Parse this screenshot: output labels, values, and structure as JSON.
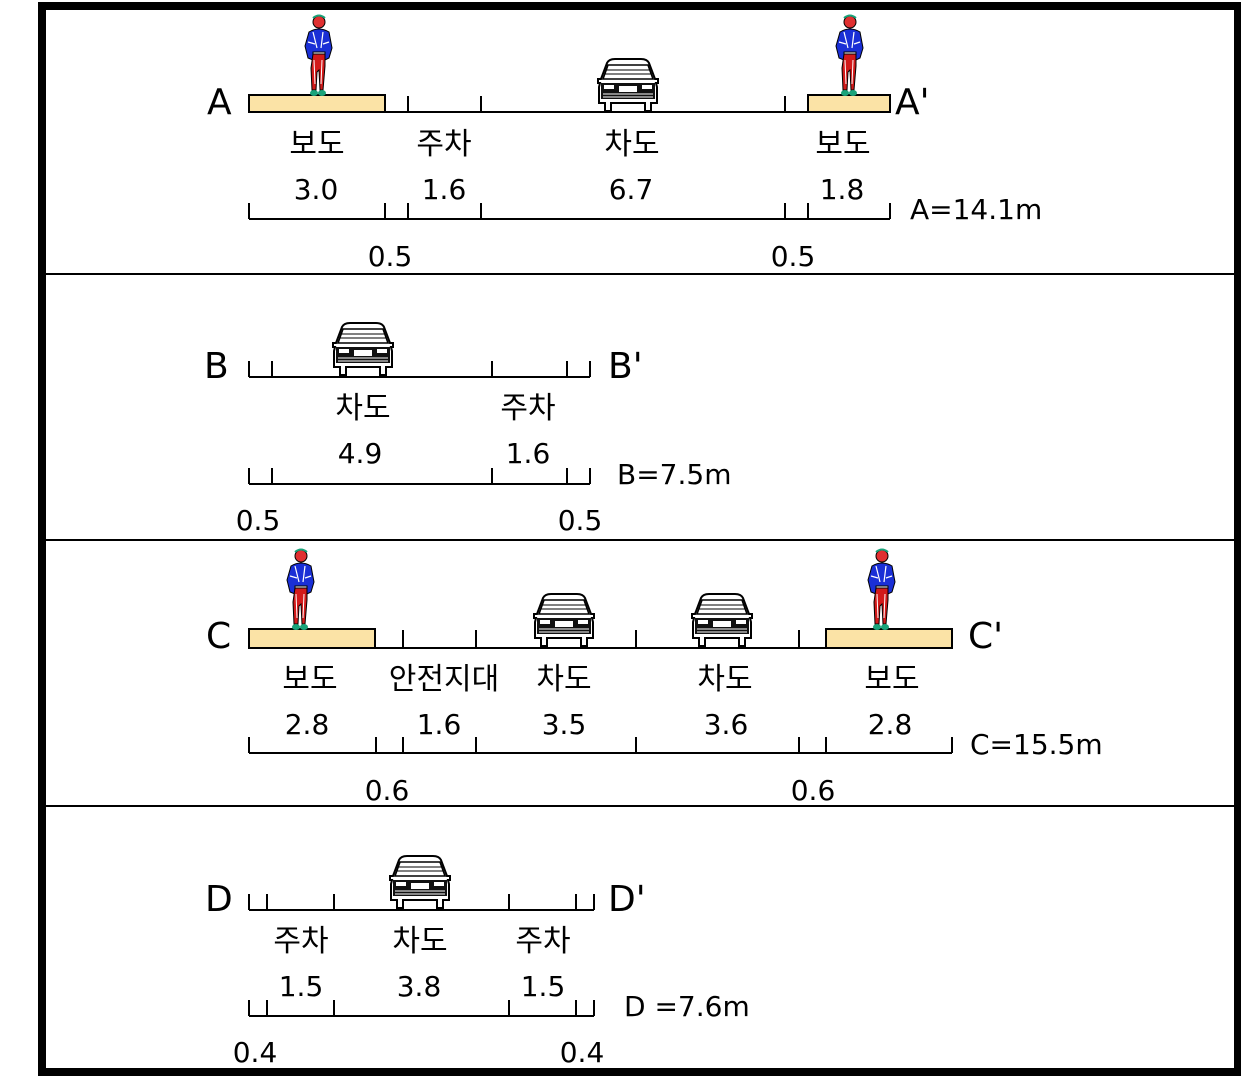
{
  "sections": [
    {
      "start": "A",
      "end": "A'",
      "total": "A=14.1m",
      "segments": [
        {
          "label": "보도",
          "width": "3.0"
        },
        {
          "label": "주차",
          "width": "1.6"
        },
        {
          "label": "차도",
          "width": "6.7"
        },
        {
          "label": "보도",
          "width": "1.8"
        }
      ],
      "gaps": [
        "0.5",
        "0.5"
      ]
    },
    {
      "start": "B",
      "end": "B'",
      "total": "B=7.5m",
      "segments": [
        {
          "label": "차도",
          "width": "4.9"
        },
        {
          "label": "주차",
          "width": "1.6"
        }
      ],
      "gaps": [
        "0.5",
        "0.5"
      ]
    },
    {
      "start": "C",
      "end": "C'",
      "total": "C=15.5m",
      "segments": [
        {
          "label": "보도",
          "width": "2.8"
        },
        {
          "label": "안전지대",
          "width": "1.6"
        },
        {
          "label": "차도",
          "width": "3.5"
        },
        {
          "label": "차도",
          "width": "3.6"
        },
        {
          "label": "보도",
          "width": "2.8"
        }
      ],
      "gaps": [
        "0.6",
        "0.6"
      ]
    },
    {
      "start": "D",
      "end": "D'",
      "total": "D =7.6m",
      "segments": [
        {
          "label": "주차",
          "width": "1.5"
        },
        {
          "label": "차도",
          "width": "3.8"
        },
        {
          "label": "주차",
          "width": "1.5"
        }
      ],
      "gaps": [
        "0.4",
        "0.4"
      ]
    }
  ],
  "colors": {
    "sidewalk": "#fbe3a6",
    "person_shirt": "#1a2fd6",
    "person_pants": "#d21a1a",
    "person_head": "#e03030",
    "person_feet": "#1aa37a"
  },
  "icons": [
    "car-rear-icon",
    "pedestrian-icon"
  ]
}
